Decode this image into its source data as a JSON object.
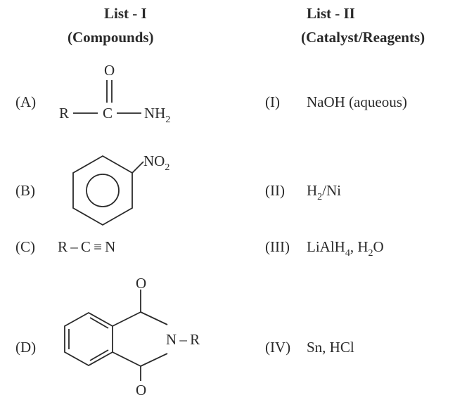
{
  "headers": {
    "list1_title": "List - I",
    "list1_subtitle": "(Compounds)",
    "list2_title": "List - II",
    "list2_subtitle": "(Catalyst/Reagents)"
  },
  "compounds": [
    {
      "label": "(A)",
      "atoms": {
        "O": "O",
        "R": "R",
        "C": "C",
        "N": "NH",
        "sub": "2"
      }
    },
    {
      "label": "(B)",
      "atoms": {
        "group": "NO",
        "sub": "2"
      }
    },
    {
      "label": "(C)",
      "formula": "R – C ≡ N"
    },
    {
      "label": "(D)",
      "atoms": {
        "O_top": "O",
        "O_bottom": "O",
        "NR": "N – R"
      }
    }
  ],
  "reagents": [
    {
      "label": "(I)",
      "text": "NaOH (aqueous)"
    },
    {
      "label": "(II)",
      "pre": "H",
      "sub": "2",
      "post": "/Ni"
    },
    {
      "label": "(III)",
      "p1": "LiAlH",
      "s1": "4",
      "p2": ", H",
      "s2": "2",
      "p3": "O"
    },
    {
      "label": "(IV)",
      "text": "Sn, HCl"
    }
  ]
}
